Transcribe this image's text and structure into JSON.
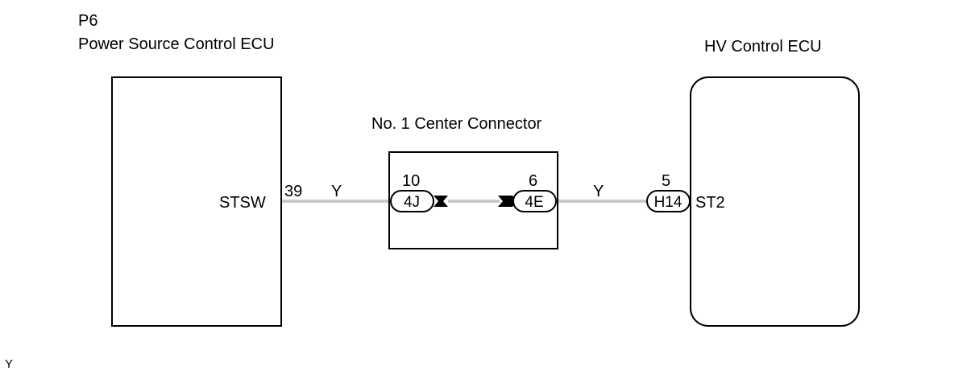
{
  "left_ecu": {
    "code": "P6",
    "name": "Power Source Control ECU",
    "terminal": "STSW",
    "pin": "39"
  },
  "right_ecu": {
    "name": "HV Control ECU",
    "terminal": "ST2",
    "pin": "5",
    "connector": "H14"
  },
  "center_connector": {
    "title": "No. 1 Center Connector",
    "left": {
      "pin": "10",
      "connector": "4J"
    },
    "right": {
      "pin": "6",
      "connector": "4E"
    }
  },
  "wires": {
    "left_color": "Y",
    "right_color": "Y"
  },
  "legend": {
    "text": "Y"
  },
  "colors": {
    "wire": "#c8c8c8",
    "outline": "#000000"
  }
}
